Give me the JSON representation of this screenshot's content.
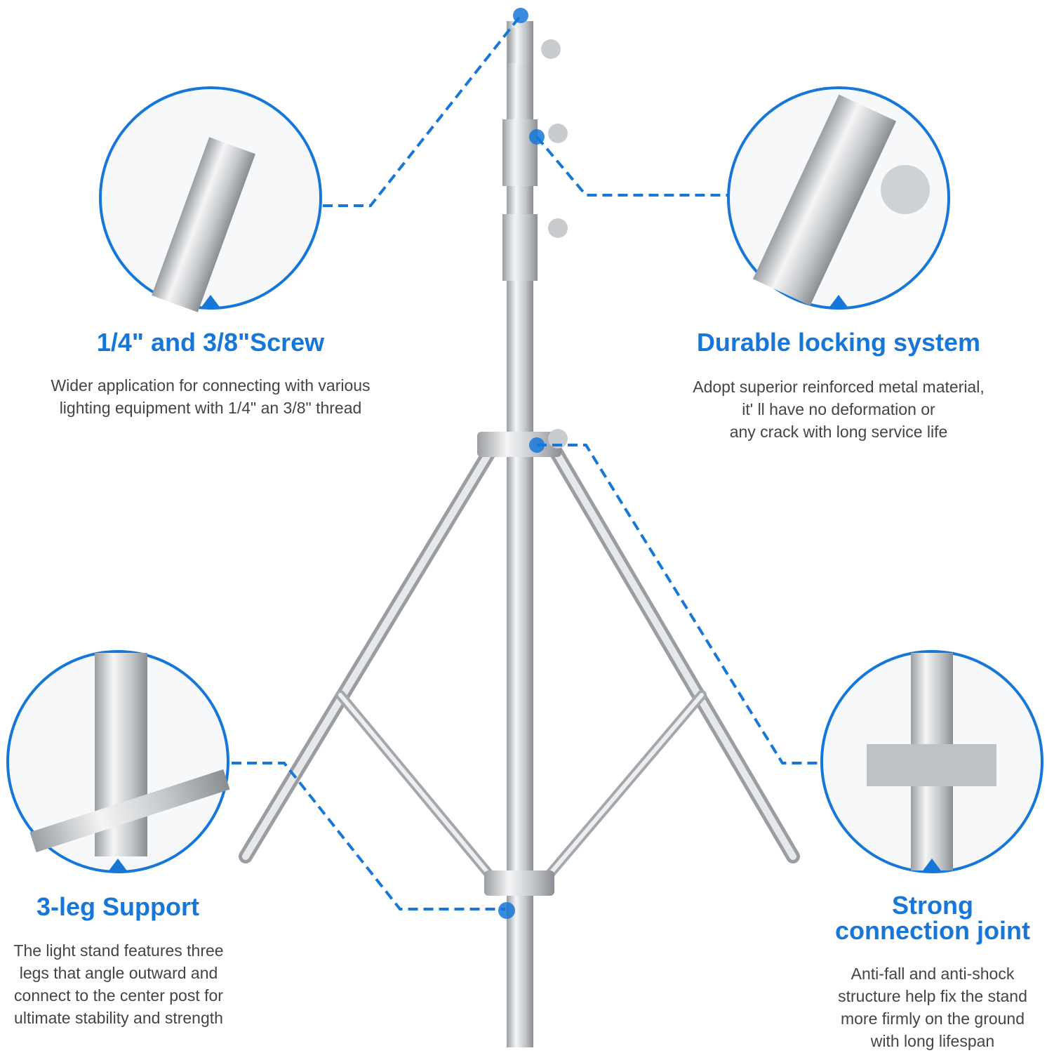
{
  "features": [
    {
      "title": "1/4\" and 3/8\"Screw",
      "lines": [
        "Wider application for connecting with various",
        "lighting equipment with 1/4\" an 3/8\" thread"
      ]
    },
    {
      "title": "Durable locking system",
      "lines": [
        "Adopt superior reinforced metal material,",
        "it' ll have no deformation or",
        "any crack  with long service life"
      ]
    },
    {
      "title": "3-leg Support",
      "lines": [
        "The light stand features three",
        "legs that angle outward and",
        "connect to the center post for",
        "ultimate stability and strength"
      ]
    },
    {
      "title_lines": [
        "Strong",
        "connection joint"
      ],
      "lines": [
        "Anti-fall and anti-shock",
        "structure help fix the stand",
        "more firmly on the ground",
        "with long lifespan"
      ]
    }
  ],
  "colors": {
    "accent": "#1677d9",
    "metal": "#c9cccf",
    "text": "#444444"
  }
}
